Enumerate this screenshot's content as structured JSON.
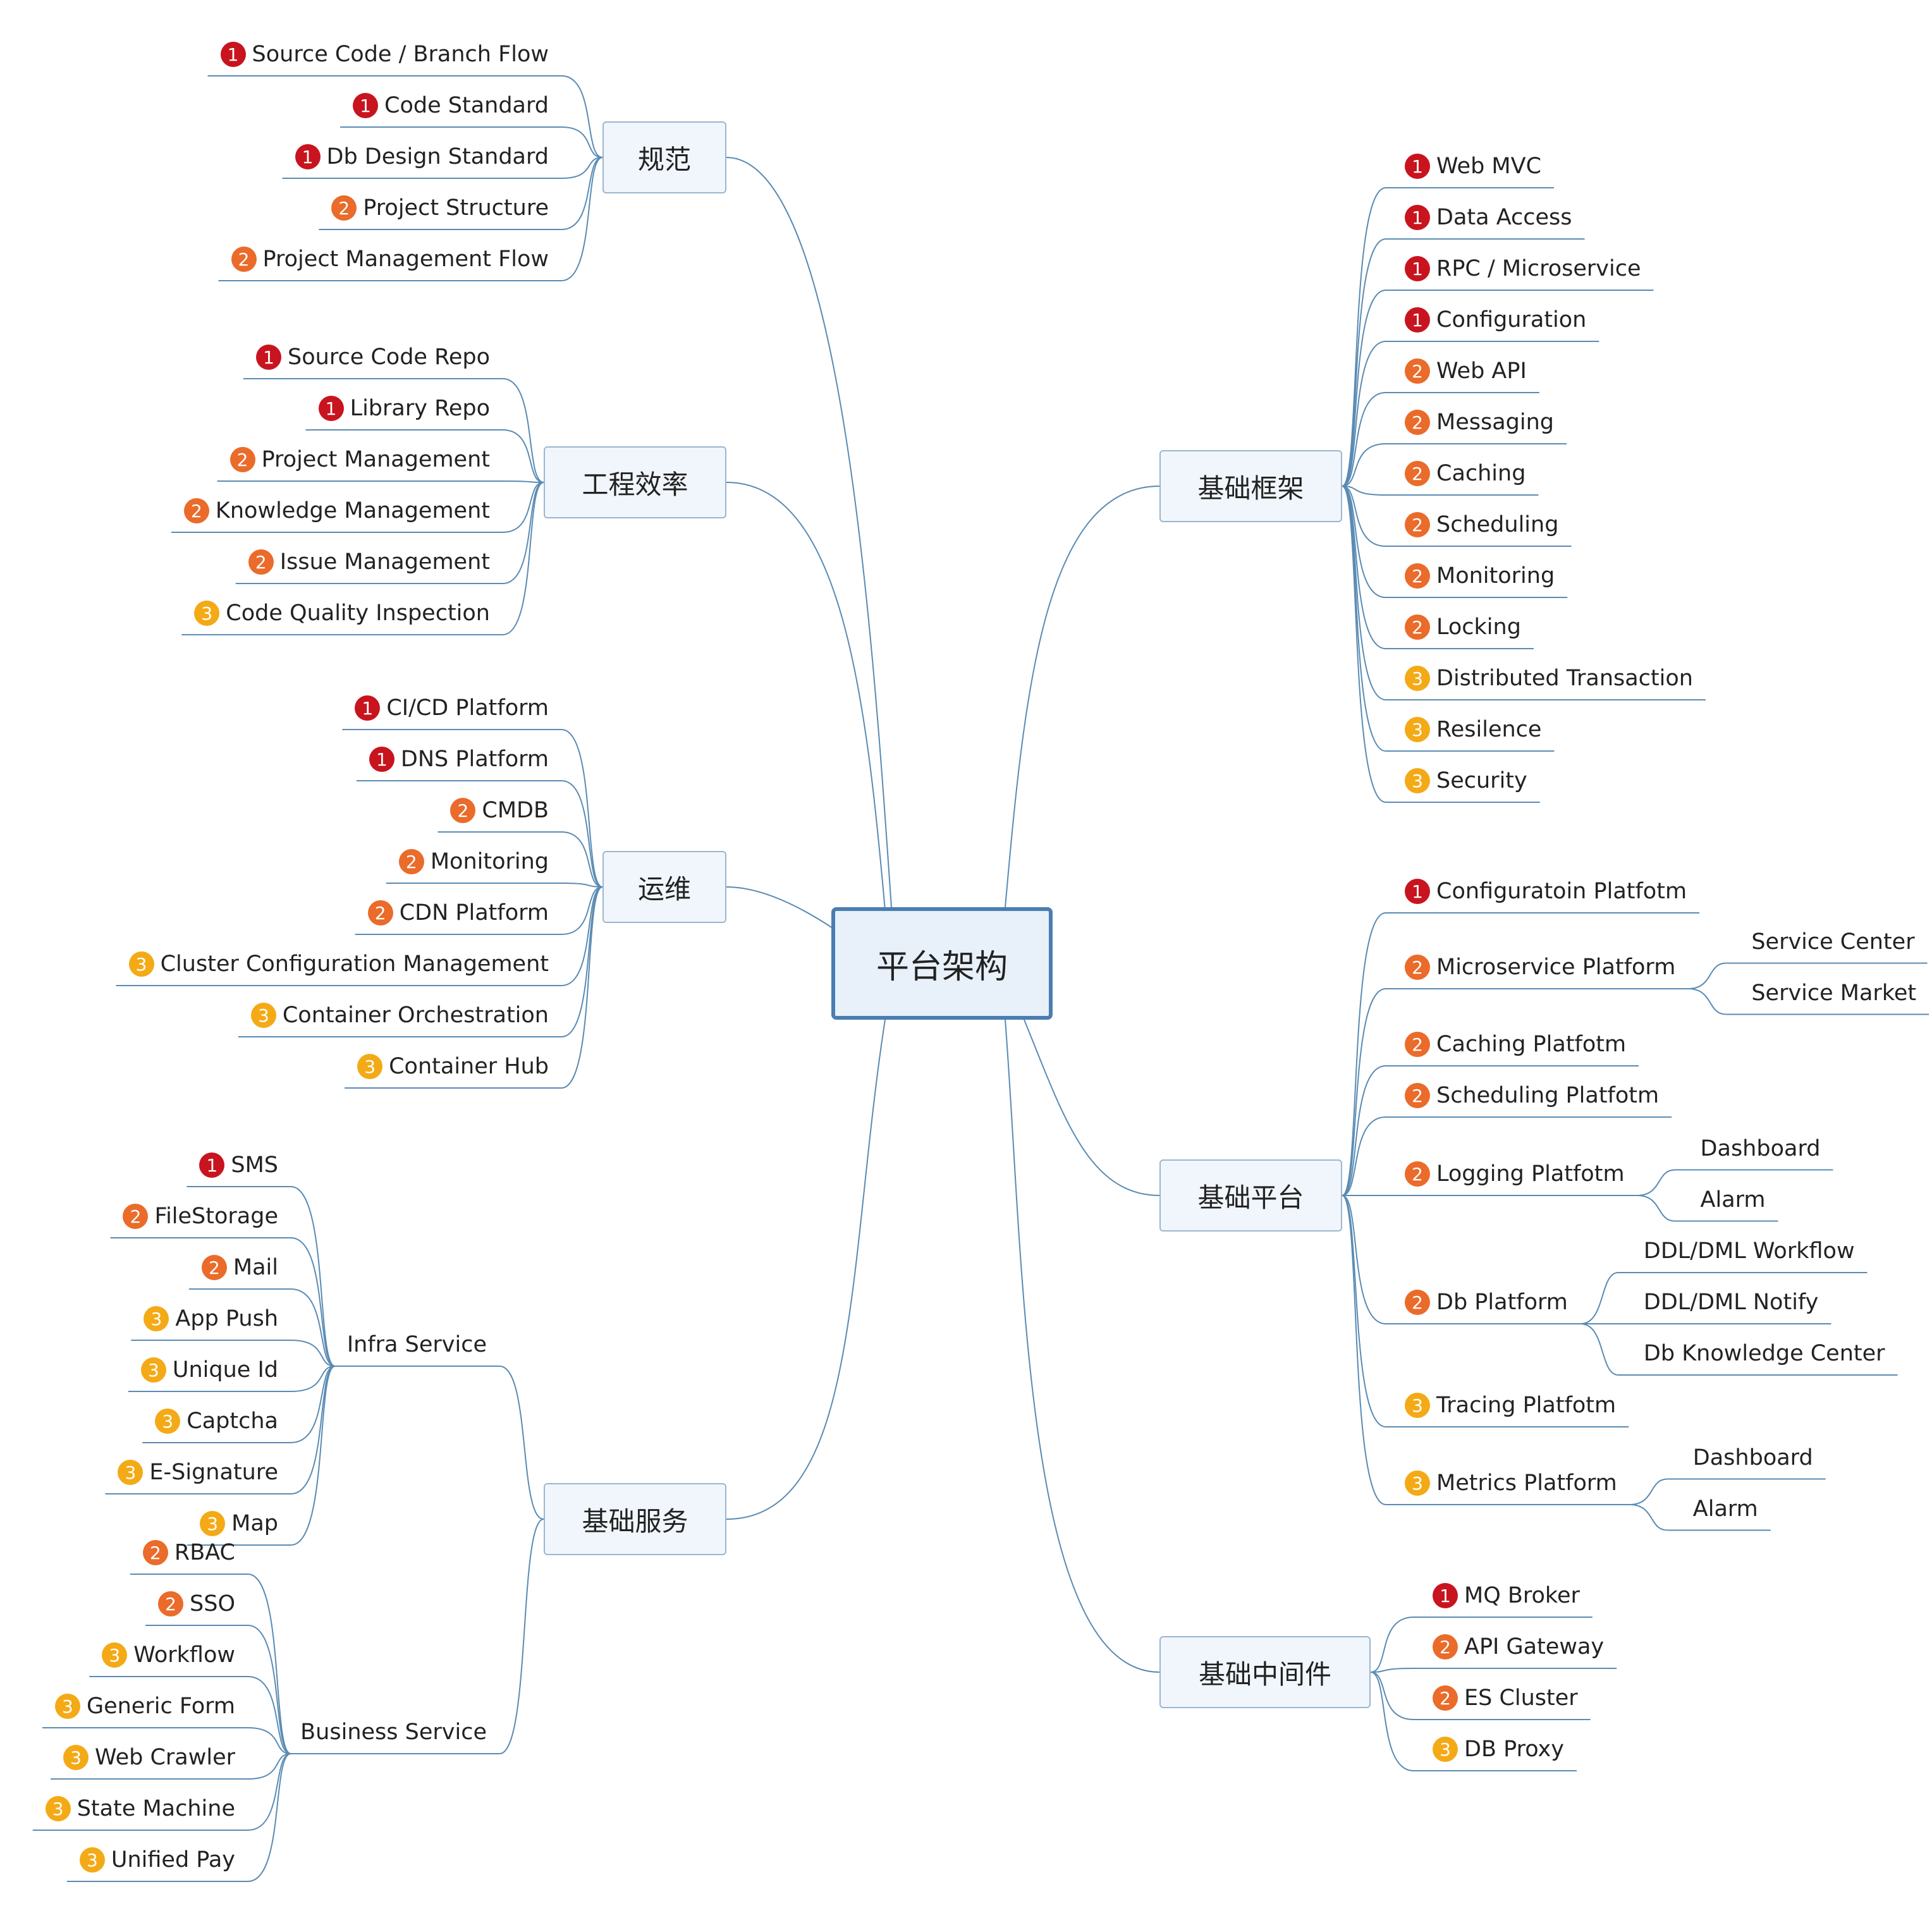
{
  "colors": {
    "link": "#5a8bb3",
    "p1": "#c8141e",
    "p2": "#ea6b2a",
    "p3": "#f4aa16",
    "root_border": "#4a7eb0"
  },
  "root": "平台架构",
  "branches": {
    "guifan": {
      "label": "规范",
      "items": [
        {
          "p": 1,
          "text": "Source Code / Branch Flow"
        },
        {
          "p": 1,
          "text": "Code Standard"
        },
        {
          "p": 1,
          "text": "Db Design Standard"
        },
        {
          "p": 2,
          "text": "Project Structure"
        },
        {
          "p": 2,
          "text": "Project Management Flow"
        }
      ]
    },
    "gongcheng": {
      "label": "工程效率",
      "items": [
        {
          "p": 1,
          "text": "Source Code Repo"
        },
        {
          "p": 1,
          "text": "Library Repo"
        },
        {
          "p": 2,
          "text": "Project Management"
        },
        {
          "p": 2,
          "text": "Knowledge Management"
        },
        {
          "p": 2,
          "text": "Issue Management"
        },
        {
          "p": 3,
          "text": "Code Quality Inspection"
        }
      ]
    },
    "yunwei": {
      "label": "运维",
      "items": [
        {
          "p": 1,
          "text": "CI/CD Platform"
        },
        {
          "p": 1,
          "text": "DNS Platform"
        },
        {
          "p": 2,
          "text": "CMDB"
        },
        {
          "p": 2,
          "text": "Monitoring"
        },
        {
          "p": 2,
          "text": "CDN Platform"
        },
        {
          "p": 3,
          "text": "Cluster Configuration Management"
        },
        {
          "p": 3,
          "text": "Container Orchestration"
        },
        {
          "p": 3,
          "text": "Container Hub"
        }
      ]
    },
    "jichufuwu": {
      "label": "基础服务",
      "infra": {
        "label": "Infra Service",
        "items": [
          {
            "p": 1,
            "text": "SMS"
          },
          {
            "p": 2,
            "text": "FileStorage"
          },
          {
            "p": 2,
            "text": "Mail"
          },
          {
            "p": 3,
            "text": "App Push"
          },
          {
            "p": 3,
            "text": "Unique Id"
          },
          {
            "p": 3,
            "text": "Captcha"
          },
          {
            "p": 3,
            "text": "E-Signature"
          },
          {
            "p": 3,
            "text": "Map"
          }
        ]
      },
      "business": {
        "label": "Business Service",
        "items": [
          {
            "p": 2,
            "text": "RBAC"
          },
          {
            "p": 2,
            "text": "SSO"
          },
          {
            "p": 3,
            "text": "Workflow"
          },
          {
            "p": 3,
            "text": "Generic Form"
          },
          {
            "p": 3,
            "text": "Web Crawler"
          },
          {
            "p": 3,
            "text": "State Machine"
          },
          {
            "p": 3,
            "text": "Unified Pay"
          }
        ]
      }
    },
    "kuangjia": {
      "label": "基础框架",
      "items": [
        {
          "p": 1,
          "text": "Web MVC"
        },
        {
          "p": 1,
          "text": "Data Access"
        },
        {
          "p": 1,
          "text": "RPC / Microservice"
        },
        {
          "p": 1,
          "text": "Configuration"
        },
        {
          "p": 2,
          "text": "Web API"
        },
        {
          "p": 2,
          "text": "Messaging"
        },
        {
          "p": 2,
          "text": "Caching"
        },
        {
          "p": 2,
          "text": "Scheduling"
        },
        {
          "p": 2,
          "text": "Monitoring"
        },
        {
          "p": 2,
          "text": "Locking"
        },
        {
          "p": 3,
          "text": "Distributed Transaction"
        },
        {
          "p": 3,
          "text": "Resilence"
        },
        {
          "p": 3,
          "text": "Security"
        }
      ]
    },
    "pingtai": {
      "label": "基础平台",
      "items": [
        {
          "p": 1,
          "text": "Configuratoin Platfotm",
          "children": []
        },
        {
          "p": 2,
          "text": "Microservice Platform",
          "children": [
            "Service Center",
            "Service Market"
          ]
        },
        {
          "p": 2,
          "text": "Caching Platfotm",
          "children": []
        },
        {
          "p": 2,
          "text": "Scheduling Platfotm",
          "children": []
        },
        {
          "p": 2,
          "text": "Logging Platfotm",
          "children": [
            "Dashboard",
            "Alarm"
          ]
        },
        {
          "p": 2,
          "text": "Db Platform",
          "children": [
            "DDL/DML Workflow",
            "DDL/DML Notify",
            "Db Knowledge Center"
          ]
        },
        {
          "p": 3,
          "text": "Tracing Platfotm",
          "children": []
        },
        {
          "p": 3,
          "text": "Metrics Platform",
          "children": [
            "Dashboard",
            "Alarm"
          ]
        }
      ]
    },
    "zhongjianjian": {
      "label": "基础中间件",
      "items": [
        {
          "p": 1,
          "text": "MQ Broker"
        },
        {
          "p": 2,
          "text": "API Gateway"
        },
        {
          "p": 2,
          "text": "ES Cluster"
        },
        {
          "p": 3,
          "text": "DB Proxy"
        }
      ]
    }
  }
}
